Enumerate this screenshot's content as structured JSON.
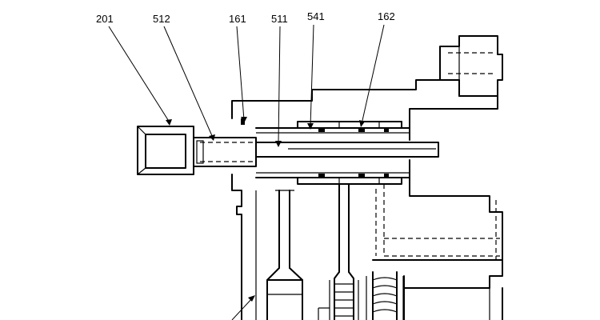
{
  "callouts": [
    {
      "id": "201",
      "label": "201"
    },
    {
      "id": "512",
      "label": "512"
    },
    {
      "id": "161",
      "label": "161"
    },
    {
      "id": "511",
      "label": "511"
    },
    {
      "id": "541",
      "label": "541"
    },
    {
      "id": "162",
      "label": "162"
    }
  ]
}
